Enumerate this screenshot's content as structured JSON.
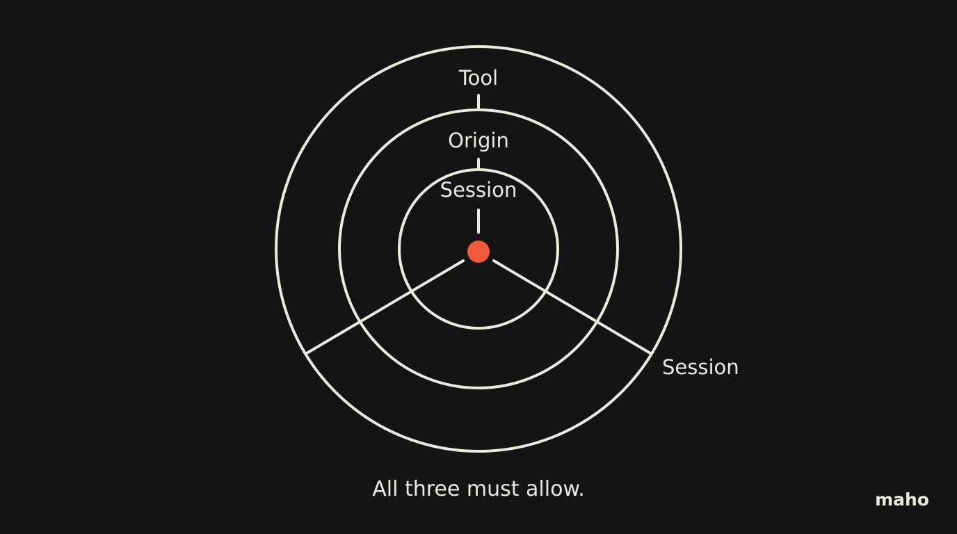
{
  "diagram": {
    "rings": {
      "outer_label": "Tool",
      "middle_label": "Origin",
      "inner_label": "Session"
    },
    "side_label": "Session",
    "caption": "All three must allow.",
    "colors": {
      "background": "#141414",
      "stroke": "#ECEAE0",
      "center_dot": "#F05A3C"
    }
  },
  "brand": {
    "name": "maho"
  }
}
